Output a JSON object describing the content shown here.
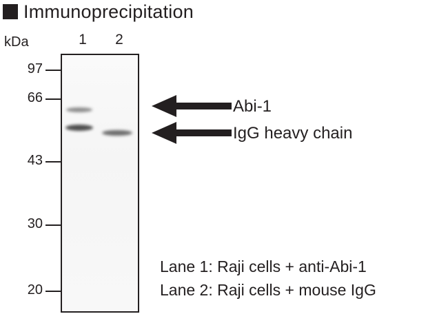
{
  "title": "Immunoprecipitation",
  "axis_unit": "kDa",
  "lanes": [
    "1",
    "2"
  ],
  "markers": [
    {
      "label": "97",
      "value": 97
    },
    {
      "label": "66",
      "value": 66
    },
    {
      "label": "43",
      "value": 43
    },
    {
      "label": "30",
      "value": 30
    },
    {
      "label": "20",
      "value": 20
    }
  ],
  "bands": {
    "abi1": "Abi-1",
    "igg": "IgG heavy chain"
  },
  "legend": {
    "lane1": "Lane 1: Raji cells + anti-Abi-1",
    "lane2": "Lane 2: Raji cells + mouse IgG"
  },
  "colors": {
    "ink": "#231f20",
    "band": "#4a4a4a"
  }
}
